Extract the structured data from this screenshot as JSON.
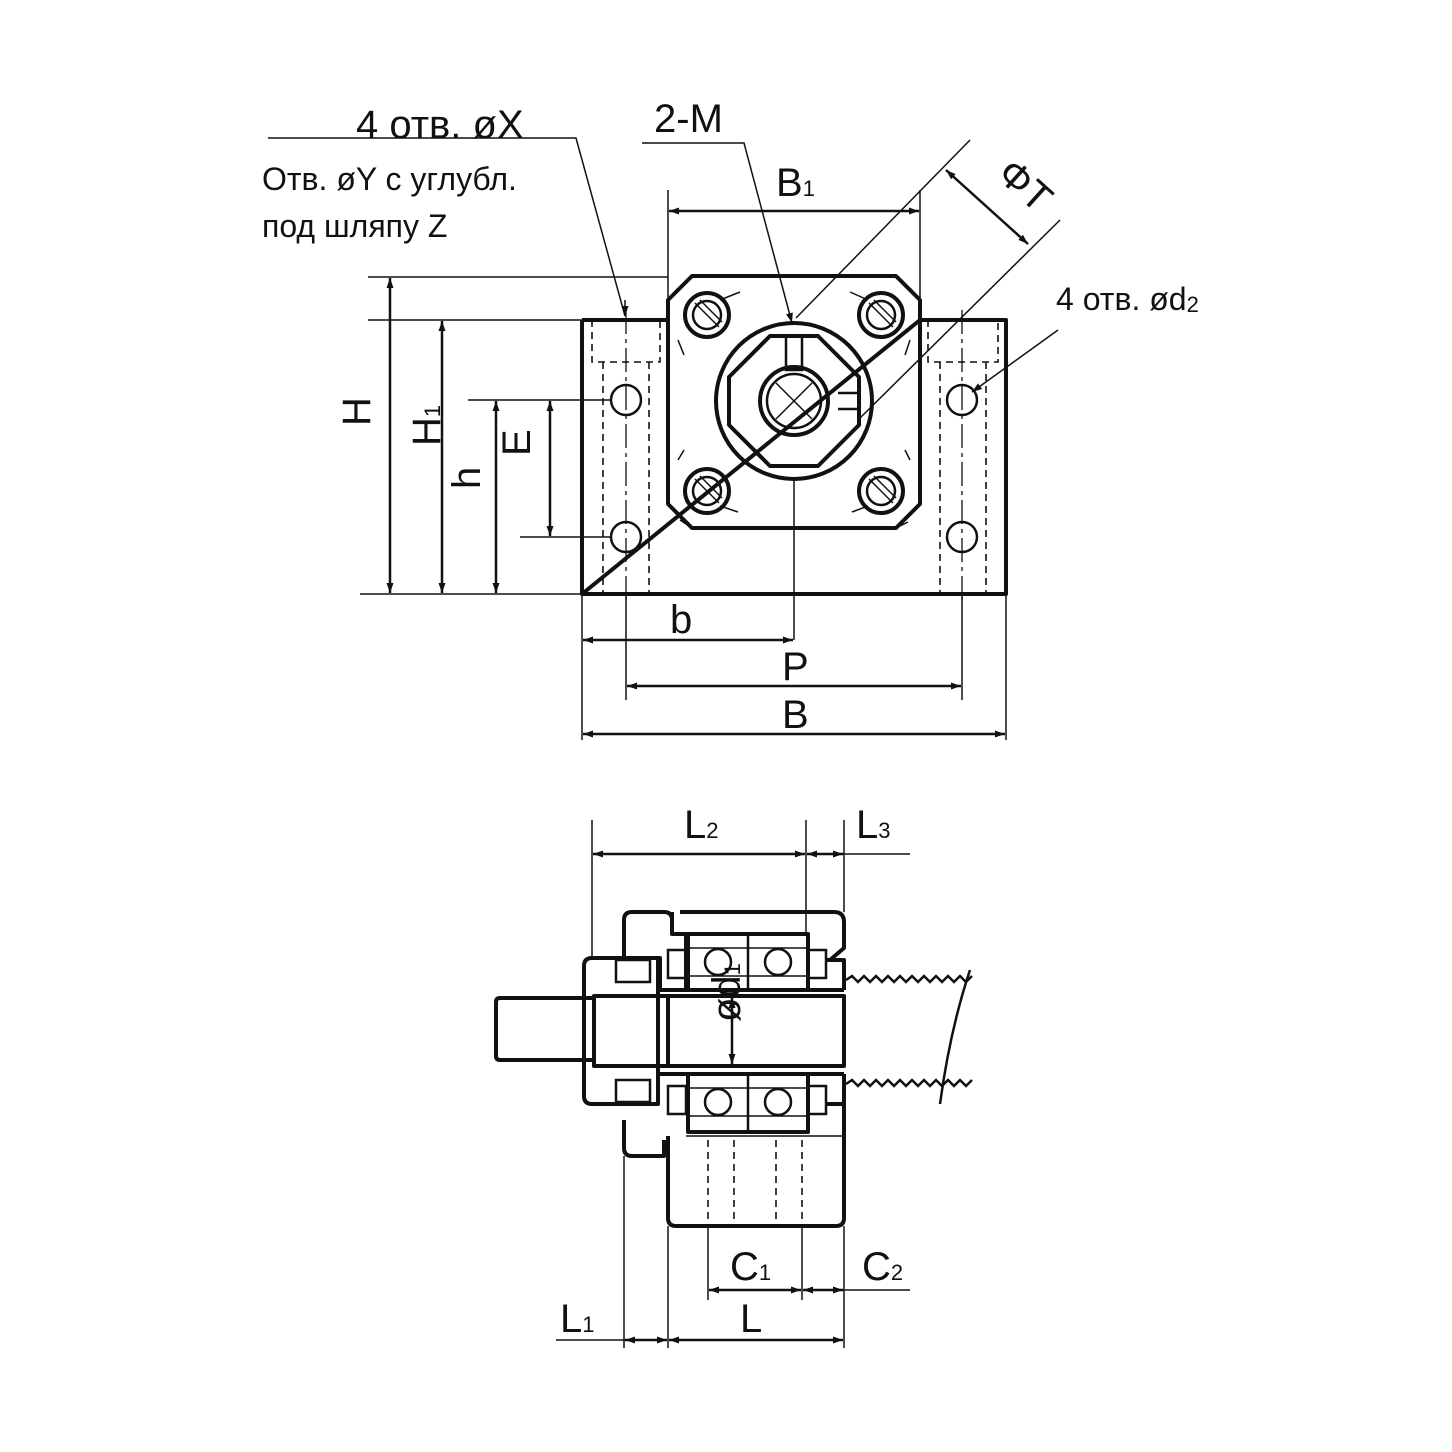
{
  "labels": {
    "holes_x": "4 отв. øX",
    "holes_y_line1": "Отв. øY с углубл.",
    "holes_y_line2": "под шляпу Z",
    "two_m": "2-M",
    "b1_main": "B",
    "b1_sub": "1",
    "phi_t": "ΦT",
    "holes_d2_main": "4 отв. ød",
    "holes_d2_sub": "2",
    "h_upper": "H",
    "h1_main": "H",
    "h1_sub": "1",
    "h_lower": "h",
    "e": "E",
    "b_lower": "b",
    "p": "P",
    "b_upper": "B",
    "l2_main": "L",
    "l2_sub": "2",
    "l3_main": "L",
    "l3_sub": "3",
    "d1_main": "ød",
    "d1_sub": "1",
    "c1_main": "C",
    "c1_sub": "1",
    "c2_main": "C",
    "c2_sub": "2",
    "l1_main": "L",
    "l1_sub": "1",
    "l": "L"
  },
  "colors": {
    "ink": "#111111",
    "background": "#ffffff"
  }
}
